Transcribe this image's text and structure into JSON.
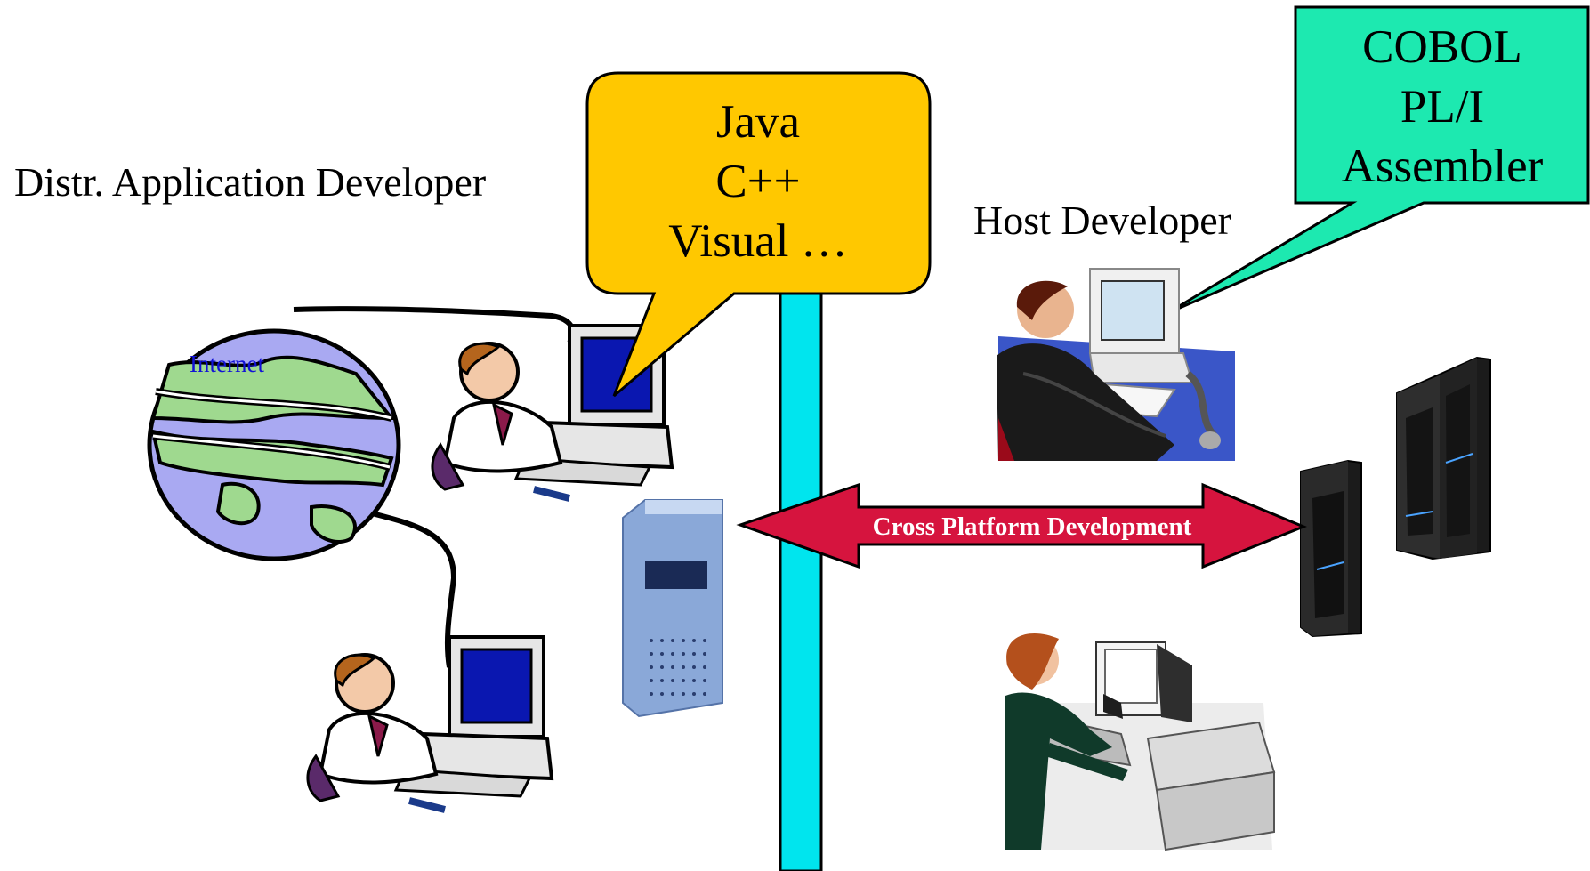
{
  "labels": {
    "distr_developer": "Distr. Application Developer",
    "host_developer": "Host Developer",
    "internet": "Internet"
  },
  "bubbles": {
    "java_lines": [
      "Java",
      "C++",
      "Visual …"
    ],
    "cobol_lines": [
      "COBOL",
      "PL/I",
      "Assembler"
    ]
  },
  "arrow": {
    "label": "Cross Platform Development"
  },
  "colors": {
    "java_bubble": "#ffc800",
    "cobol_bubble": "#1de9b0",
    "divider": "#00e5ee",
    "arrow": "#d6143e",
    "globe_ocean": "#a9a9f2",
    "globe_land": "#9fd98f"
  },
  "icons": [
    "globe-icon",
    "developer-at-pc-icon",
    "server-tower-icon",
    "host-developer-icon",
    "mainframe-icon",
    "office-worker-icon"
  ]
}
